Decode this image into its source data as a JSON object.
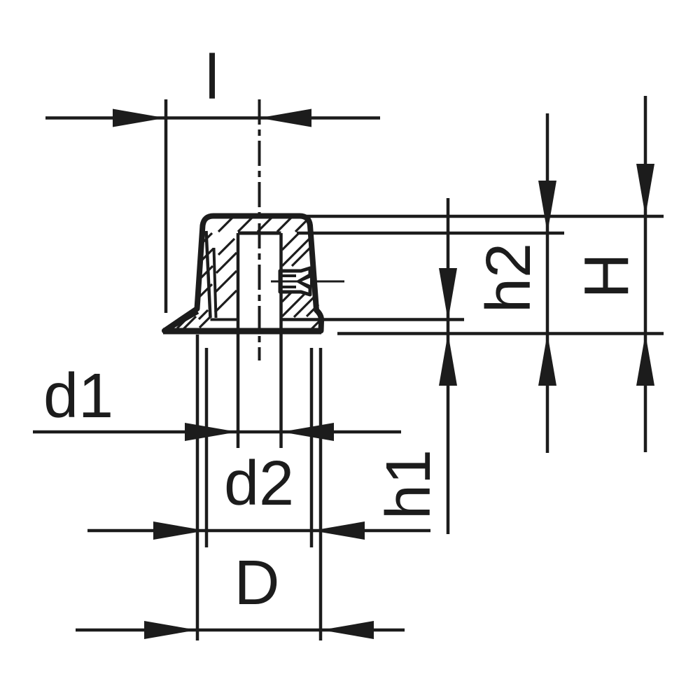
{
  "drawing": {
    "type": "technical-dimension-drawing",
    "view": "knob-cross-section",
    "colors": {
      "ink": "#1c1c1c",
      "background": "#ffffff"
    },
    "labels": {
      "l": "l",
      "d1": "d1",
      "d2": "d2",
      "D": "D",
      "h1": "h1",
      "h2": "h2",
      "H": "H"
    }
  }
}
